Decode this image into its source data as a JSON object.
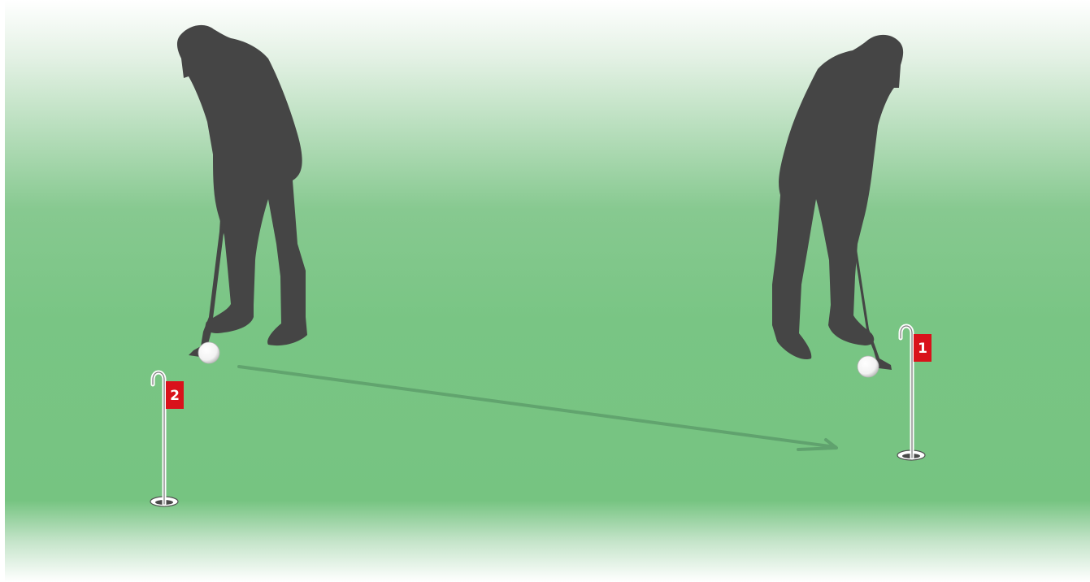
{
  "flags": [
    {
      "id": "flag-1",
      "number": "1"
    },
    {
      "id": "flag-2",
      "number": "2"
    }
  ],
  "colors": {
    "grass": "#77c482",
    "silhouette": "#454545",
    "flag": "#d9121b",
    "arrow": "#5a9a68",
    "ball": "#ffffff"
  },
  "icons": [
    "golfer-silhouette",
    "golf-ball",
    "flag-pin",
    "hole-cup",
    "direction-arrow"
  ]
}
